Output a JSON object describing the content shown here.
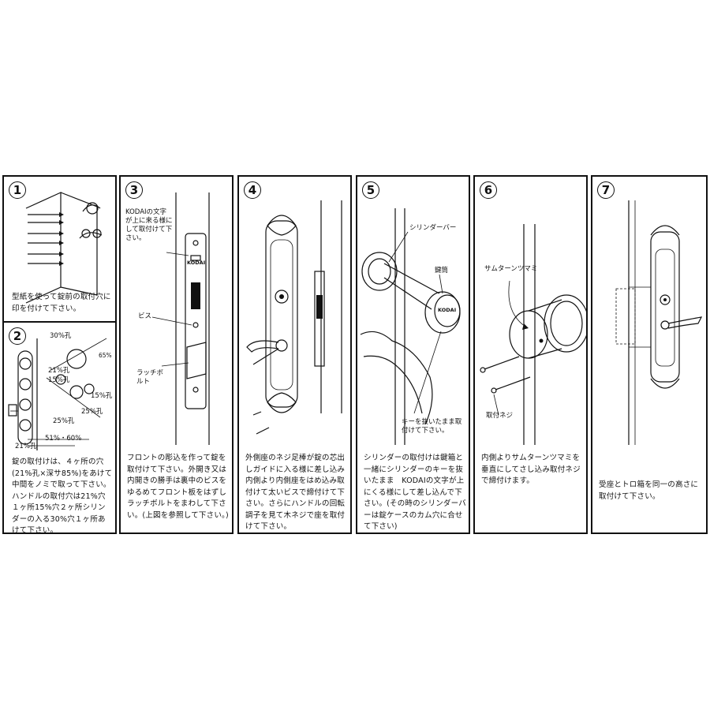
{
  "panels": [
    {
      "number": "1",
      "caption": "型紙を使って錠前の取付穴に印を付けて下さい。"
    },
    {
      "number": "2",
      "caption": "錠の取付けは、４ヶ所の穴(21%孔×深サ85%)をあけて中間をノミで取って下さい。ハンドルの取付穴は21%穴１ヶ所15%穴２ヶ所シリンダーの入る30%穴１ヶ所あけて下さい。",
      "labels": {
        "d30": "30%孔",
        "d21": "21%孔",
        "d15a": "15%孔",
        "d15b": "15%孔",
        "dim65": "65%",
        "dim25a": "25%孔",
        "dim25b": "25%孔",
        "dim51": "51%・60%",
        "dim21": "21%孔"
      }
    },
    {
      "number": "3",
      "caption": "フロントの彫込を作って錠を取付けて下さい。外開き又は内開きの勝手は裏中のビスをゆるめてフロント板をはずしラッチボルトをまわして下さい。(上図を参照して下さい。)",
      "labels": {
        "kodai_note": "KODAIの文字が上に来る様にして取付けて下さい。",
        "screw": "ビス",
        "latch": "ラッチボルト",
        "brand": "KODAI"
      }
    },
    {
      "number": "4",
      "caption": "外側座のネジ足棒が錠の芯出しガイドに入る様に差し込み内側より内側座をはめ込み取付けて太いビスで締付けて下さい。さらにハンドルの回転調子を見て木ネジで座を取付けて下さい。"
    },
    {
      "number": "5",
      "caption": "シリンダーの取付けは鍵箱と一緒にシリンダーのキーを抜いたまま　KODAIの文字が上にくる様にして差し込んで下さい。(その時のシリンダーバーは錠ケースのカム穴に合せて下さい)",
      "labels": {
        "cylinder_bar": "シリンダーバー",
        "key_box": "鍵筒",
        "key_note": "キーを抜いたまま取付けて下さい。",
        "brand": "KODAI"
      }
    },
    {
      "number": "6",
      "caption": "内側よりサムターンツマミを垂直にしてさし込み取付ネジで締付けます。",
      "labels": {
        "thumbturn": "サムターンツマミ",
        "screw": "取付ネジ"
      }
    },
    {
      "number": "7",
      "caption": "受座とトロ箱を同一の高さに取付けて下さい。"
    }
  ]
}
